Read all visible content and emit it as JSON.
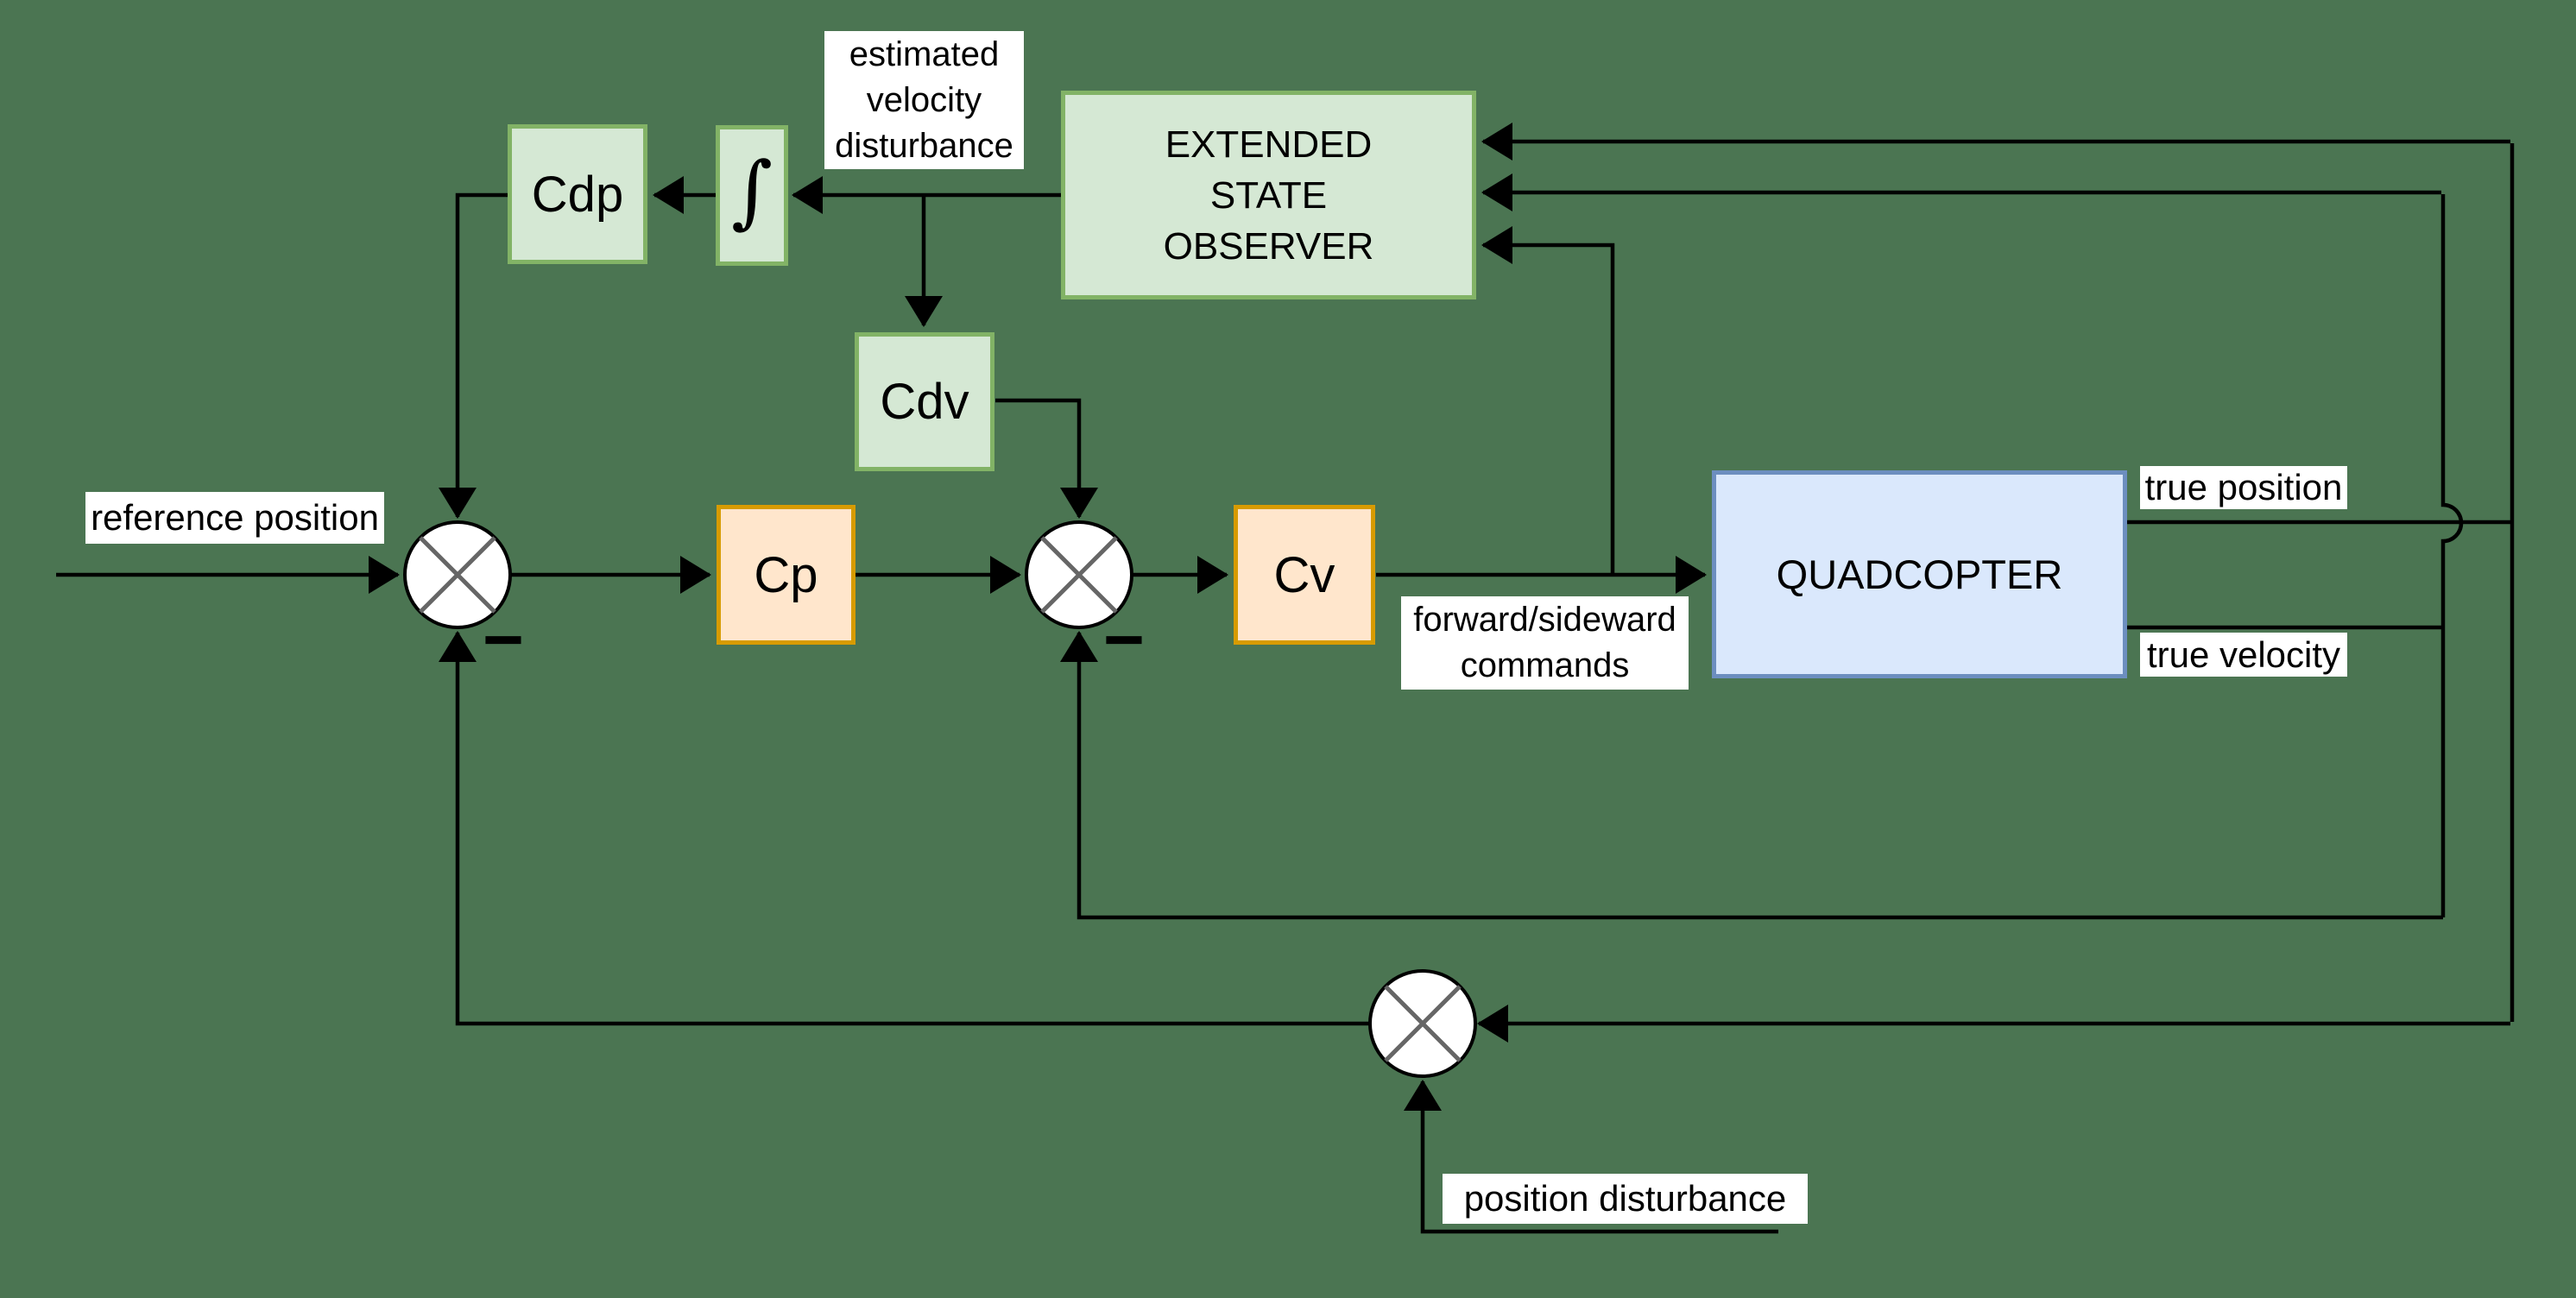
{
  "diagram": {
    "kind": "control-system-block-diagram",
    "colors": {
      "background": "#4b7552",
      "line": "#000000",
      "junction_cross": "#666666",
      "junction_fill": "#ffffff",
      "green_block_fill": "#d5e8d4",
      "green_block_border": "#82b366",
      "orange_block_fill": "#ffe6cc",
      "orange_block_border": "#d79b00",
      "blue_block_fill": "#dae8fc",
      "blue_block_border": "#6c8ebf",
      "label_background": "#ffffff",
      "text": "#000000"
    },
    "blocks": {
      "cdp": {
        "label": "Cdp"
      },
      "integrator": {
        "label": "∫"
      },
      "eso": {
        "lines": [
          "EXTENDED",
          "STATE",
          "OBSERVER"
        ]
      },
      "cdv": {
        "label": "Cdv"
      },
      "cp": {
        "label": "Cp"
      },
      "cv": {
        "label": "Cv"
      },
      "quadcopter": {
        "label": "QUADCOPTER"
      }
    },
    "labels": {
      "estimated_velocity_disturbance": {
        "lines": [
          "estimated",
          "velocity",
          "disturbance"
        ]
      },
      "reference_position": {
        "text": "reference position"
      },
      "forward_sideward_commands": {
        "lines": [
          "forward/sideward",
          "commands"
        ]
      },
      "true_position": {
        "text": "true position"
      },
      "true_velocity": {
        "text": "true velocity"
      },
      "position_disturbance": {
        "text": "position disturbance"
      }
    },
    "sum_junctions": {
      "position_error_sum": {
        "sign": "−"
      },
      "velocity_error_sum": {
        "sign": "−"
      },
      "position_disturbance_sum": {
        "sign": ""
      }
    }
  }
}
